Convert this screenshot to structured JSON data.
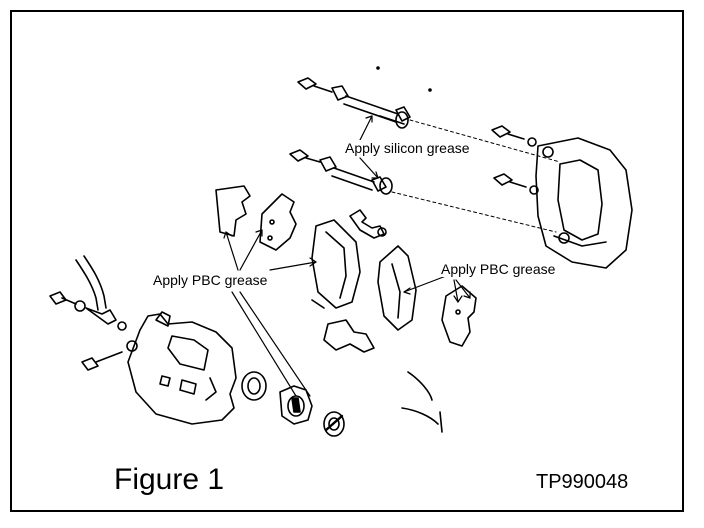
{
  "labels": {
    "silicon": "Apply silicon grease",
    "pbc_left": "Apply PBC grease",
    "pbc_right": "Apply PBC grease"
  },
  "figure": {
    "title": "Figure 1",
    "code": "TP990048"
  }
}
